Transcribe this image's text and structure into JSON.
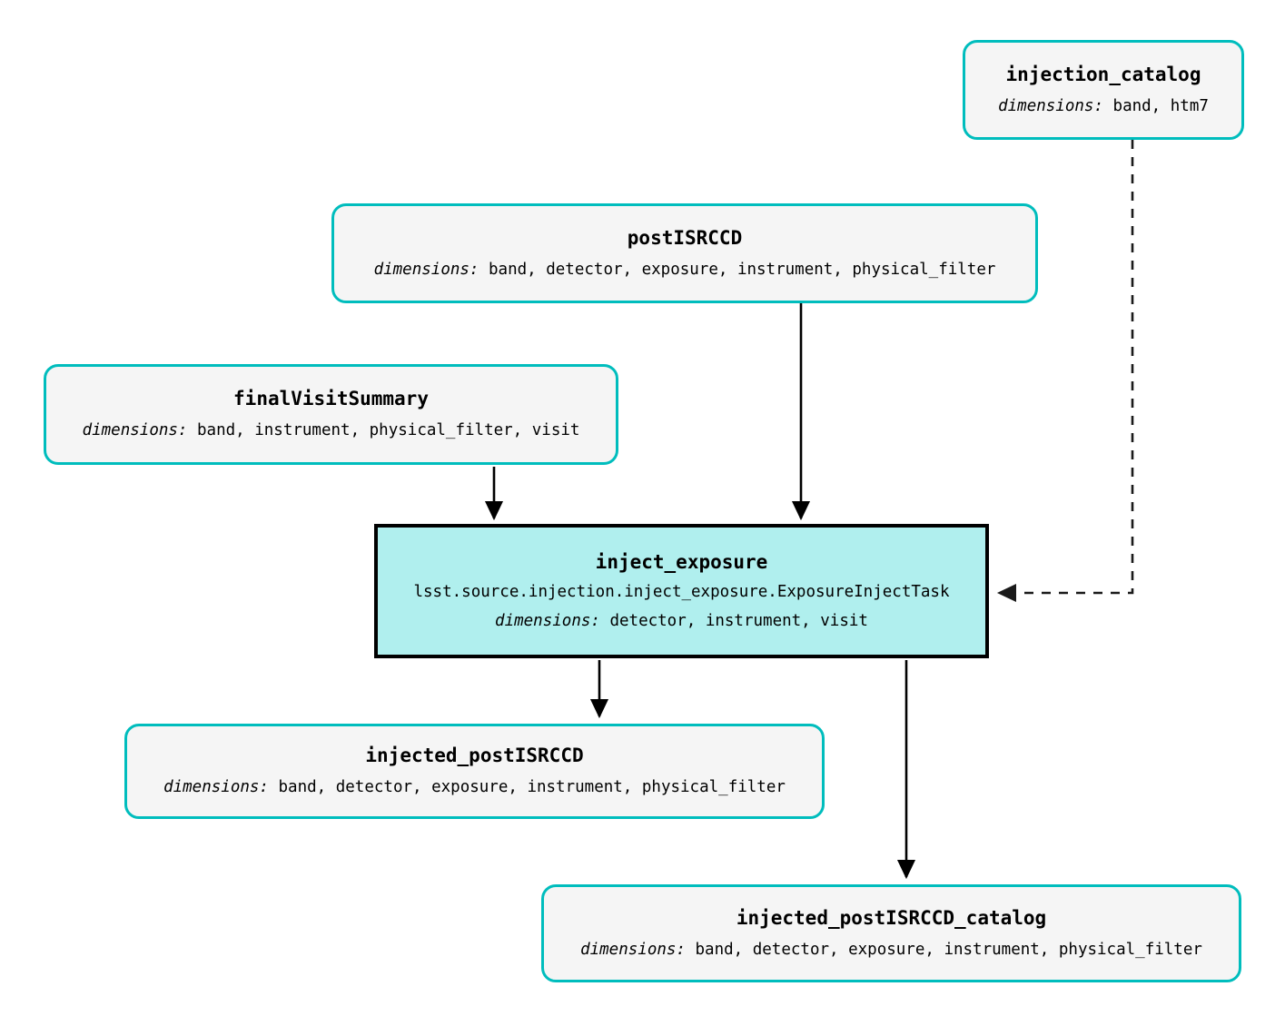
{
  "diagram": {
    "type": "pipeline-task-graph",
    "background_color": "#ffffff",
    "dataset_node_fill": "#f5f5f5",
    "dataset_node_border": "#00bdbd",
    "task_node_fill": "#b0efee",
    "task_node_border": "#000000",
    "dimensions_label": "dimensions:"
  },
  "nodes": {
    "injection_catalog": {
      "title": "injection_catalog",
      "dimensions": "band, htm7",
      "kind": "dataset"
    },
    "postISRCCD": {
      "title": "postISRCCD",
      "dimensions": "band, detector, exposure, instrument, physical_filter",
      "kind": "dataset"
    },
    "finalVisitSummary": {
      "title": "finalVisitSummary",
      "dimensions": "band, instrument, physical_filter, visit",
      "kind": "dataset"
    },
    "inject_exposure": {
      "title": "inject_exposure",
      "task_class": "lsst.source.injection.inject_exposure.ExposureInjectTask",
      "dimensions": "detector, instrument, visit",
      "kind": "task"
    },
    "injected_postISRCCD": {
      "title": "injected_postISRCCD",
      "dimensions": "band, detector, exposure, instrument, physical_filter",
      "kind": "dataset"
    },
    "injected_postISRCCD_catalog": {
      "title": "injected_postISRCCD_catalog",
      "dimensions": "band, detector, exposure, instrument, physical_filter",
      "kind": "dataset"
    }
  },
  "edges": [
    {
      "from": "injection_catalog",
      "to": "inject_exposure",
      "style": "dashed"
    },
    {
      "from": "postISRCCD",
      "to": "inject_exposure",
      "style": "solid"
    },
    {
      "from": "finalVisitSummary",
      "to": "inject_exposure",
      "style": "solid"
    },
    {
      "from": "inject_exposure",
      "to": "injected_postISRCCD",
      "style": "solid"
    },
    {
      "from": "inject_exposure",
      "to": "injected_postISRCCD_catalog",
      "style": "solid"
    }
  ]
}
